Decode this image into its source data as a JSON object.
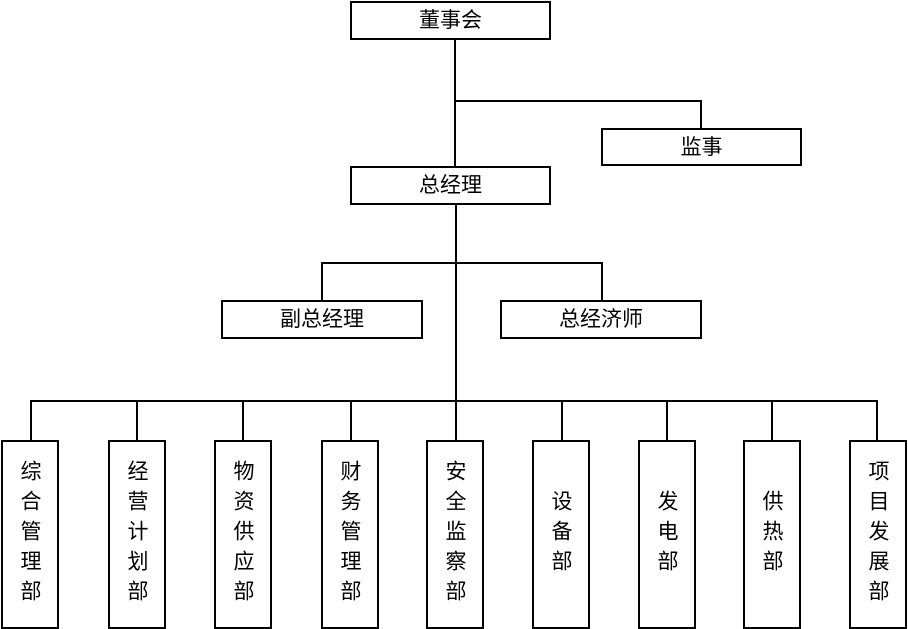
{
  "diagram": {
    "board": "董事会",
    "supervisor": "监事",
    "general_manager": "总经理",
    "deputy_general_manager": "副总经理",
    "chief_economist": "总经济师",
    "departments": [
      "综合管理部",
      "经营计划部",
      "物资供应部",
      "财务管理部",
      "安全监察部",
      "设备部",
      "发电部",
      "供热部",
      "项目发展部"
    ]
  }
}
